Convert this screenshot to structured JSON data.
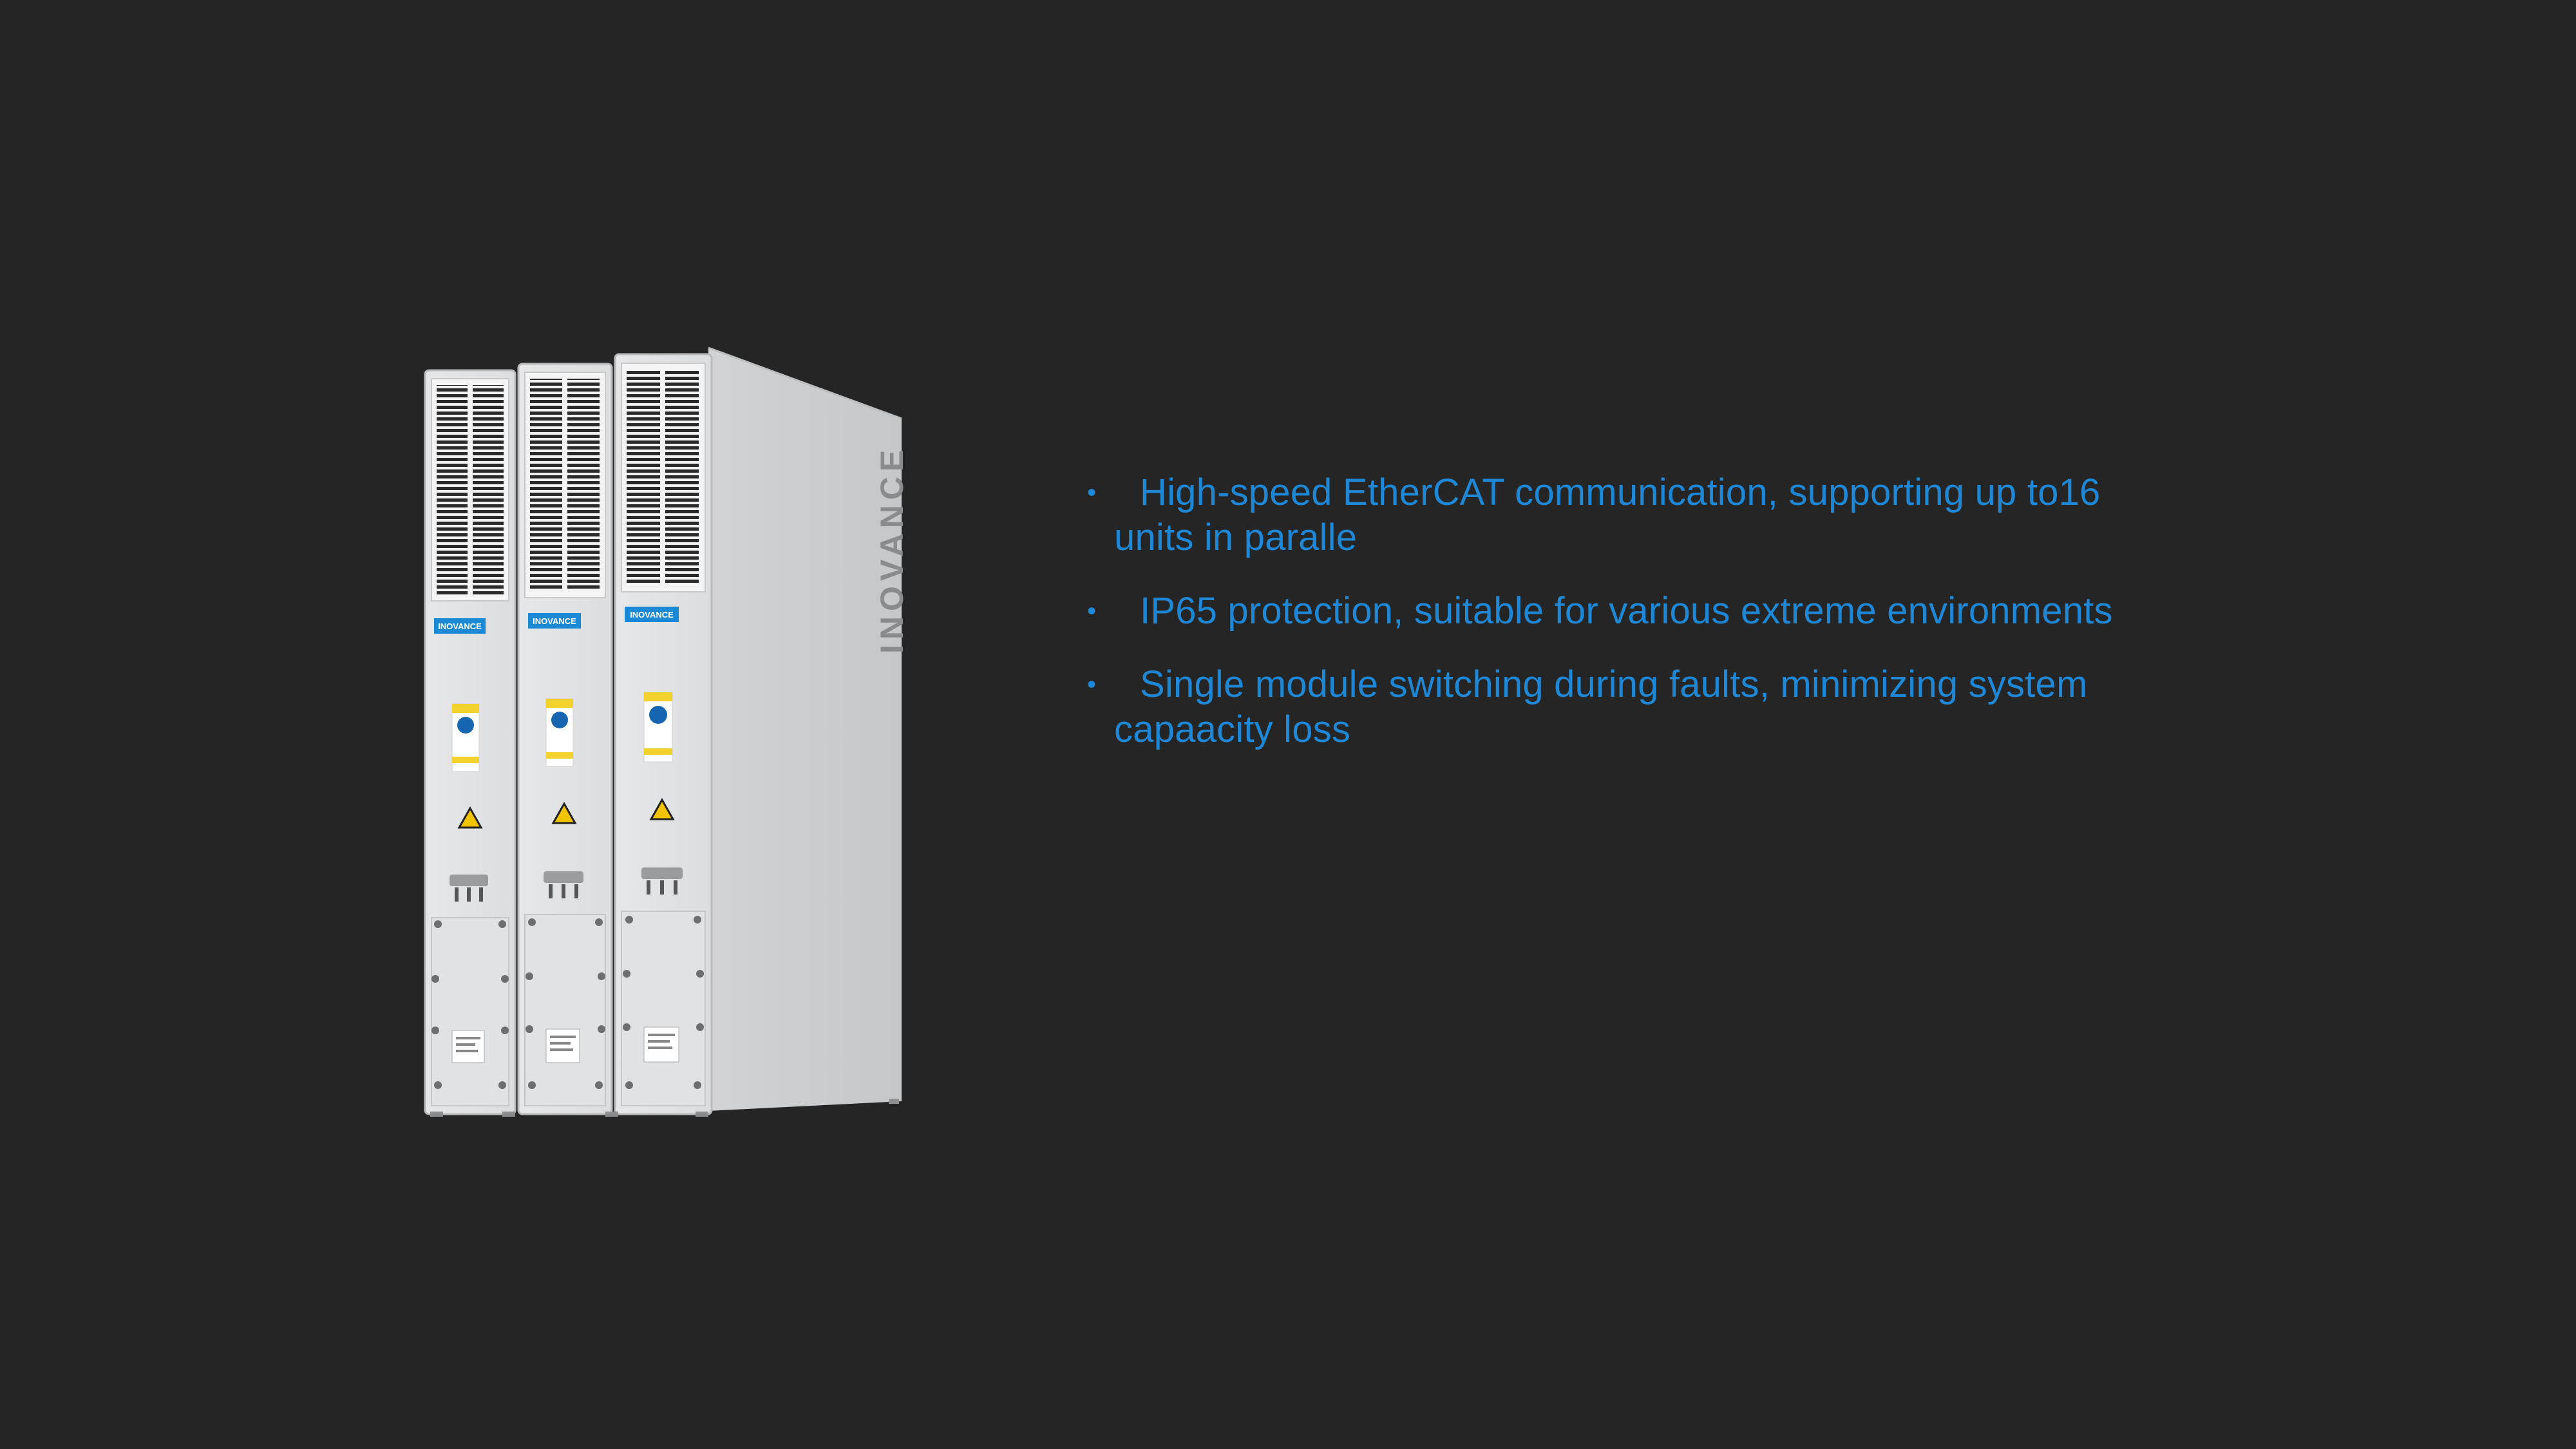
{
  "slide": {
    "background_color": "#252525",
    "accent_color": "#1e88d6"
  },
  "product": {
    "image": "power-cabinet-modules-image",
    "brand_vertical": "INOVANCE",
    "module_badge": "INOVANCE",
    "modules": [
      {
        "badge": "INOVANCE"
      },
      {
        "badge": "INOVANCE"
      },
      {
        "badge": "INOVANCE"
      }
    ]
  },
  "features": {
    "bullet": "•",
    "items": [
      {
        "text": "High-speed EtherCAT communication, supporting up to16 units in paralle"
      },
      {
        "text": "IP65 protection, suitable for various extreme environments"
      },
      {
        "text": "Single module switching during faults, minimizing system capaacity loss"
      }
    ]
  }
}
